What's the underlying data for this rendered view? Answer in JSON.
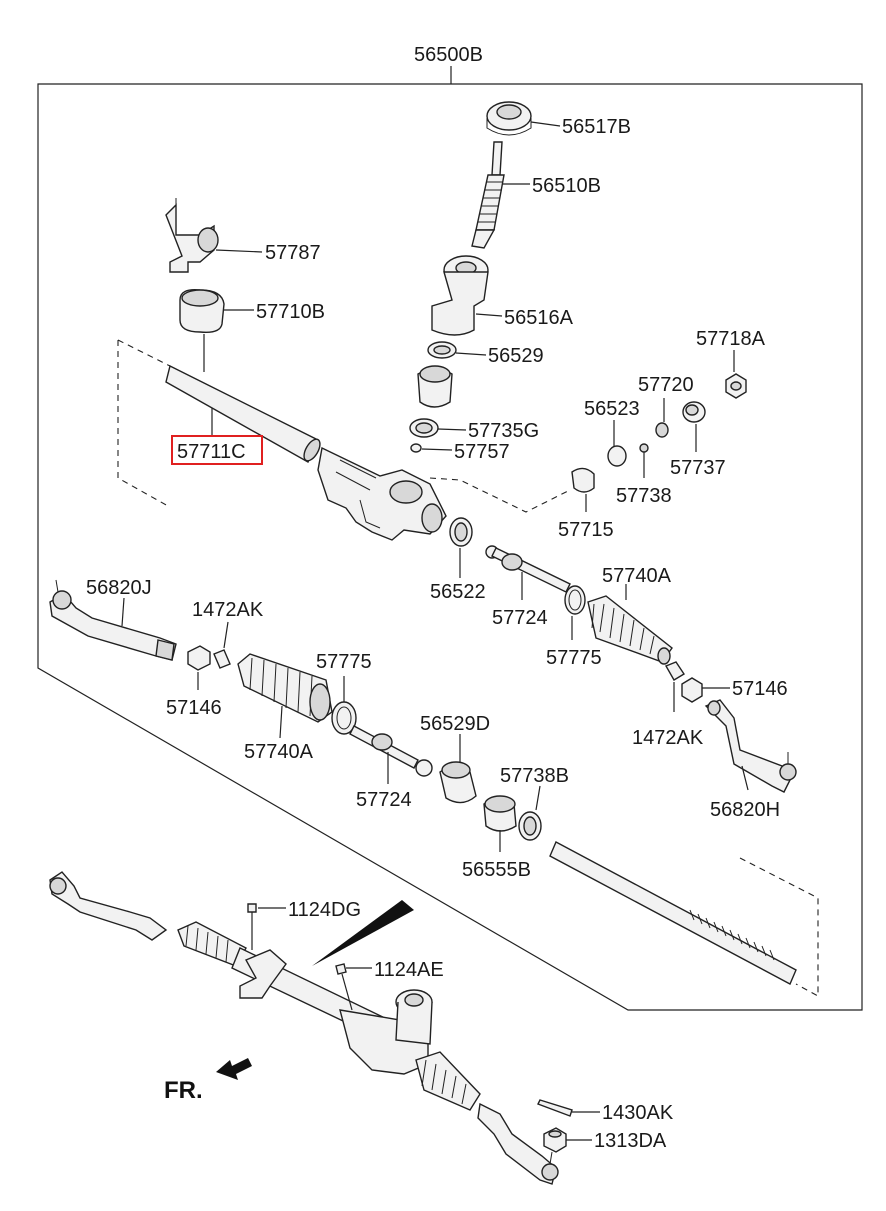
{
  "assembly_label": "56500B",
  "direction_label": "FR.",
  "parts": {
    "p56517B": "56517B",
    "p56510B": "56510B",
    "p57787": "57787",
    "p57710B": "57710B",
    "p56516A": "56516A",
    "p56529": "56529",
    "p57718A": "57718A",
    "p57720": "57720",
    "p56523": "56523",
    "p57735G": "57735G",
    "p57711C": "57711C",
    "p57757": "57757",
    "p57737": "57737",
    "p57738": "57738",
    "p57715": "57715",
    "p56522": "56522",
    "p57740A_r": "57740A",
    "p56820J": "56820J",
    "p1472AK_l": "1472AK",
    "p57724_r": "57724",
    "p57775_r": "57775",
    "p57775_l": "57775",
    "p56529D": "56529D",
    "p57146_l": "57146",
    "p57146_r": "57146",
    "p57740A_l": "57740A",
    "p1472AK_r": "1472AK",
    "p57738B": "57738B",
    "p57724_l": "57724",
    "p56820H": "56820H",
    "p56555B": "56555B",
    "p1124DG": "1124DG",
    "p1124AE": "1124AE",
    "p1430AK": "1430AK",
    "p1313DA": "1313DA"
  },
  "highlighted_part": "57711C",
  "colors": {
    "highlight": "#e02020",
    "line": "#222222"
  }
}
